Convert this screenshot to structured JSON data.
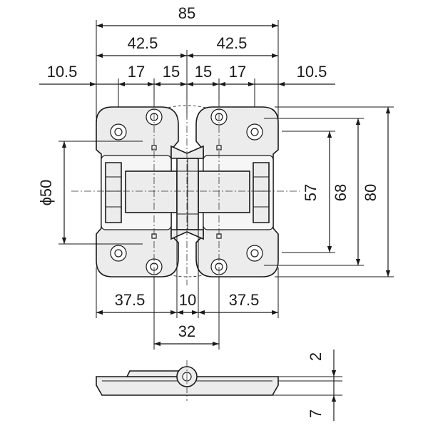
{
  "dimensions": {
    "overall_width": "85",
    "half_width_left": "42.5",
    "half_width_right": "42.5",
    "edge_left": "10.5",
    "hole_spacing_left": "17",
    "center_offset_left": "15",
    "center_offset_right": "15",
    "hole_spacing_right": "17",
    "edge_right": "10.5",
    "diameter": "ϕ50",
    "height_57": "57",
    "height_68": "68",
    "height_80": "80",
    "bottom_left": "37.5",
    "bottom_center": "10",
    "bottom_right": "37.5",
    "bottom_span": "32",
    "side_thickness_top": "2",
    "side_thickness_bottom": "7"
  },
  "colors": {
    "line": "#1a1a1a",
    "fill": "#ececec",
    "background": "#ffffff"
  }
}
